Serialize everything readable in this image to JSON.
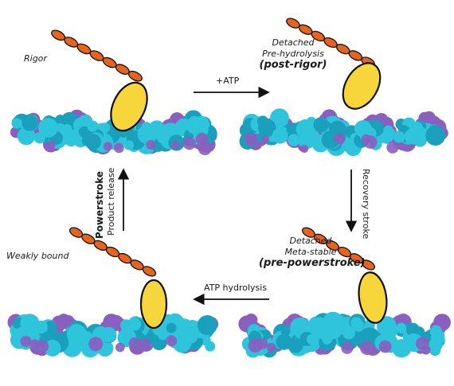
{
  "states": {
    "rigor": {
      "name": "Rigor"
    },
    "post_rigor": {
      "line1": "Detached",
      "line2": "Pre-hydrolysis",
      "line3": "(post-rigor)"
    },
    "pre_powerstroke": {
      "line1": "Detached",
      "line2": "Meta-stable",
      "line3": "(pre-powerstroke)"
    },
    "weakly_bound": {
      "name": "Weakly bound"
    }
  },
  "arrows": {
    "atp_binding": "+ATP",
    "recovery": "Recovery stroke",
    "hydrolysis": "ATP hydrolysis",
    "powerstroke": "Powerstroke",
    "product_release": "Product release"
  },
  "colors": {
    "actin_primary": "#2ec4dc",
    "actin_shadow": "#1a9fbd",
    "tropomyosin": "#8a5fbf",
    "lever_arm": "#e8641e",
    "motor_head": "#f7d63c",
    "outline": "#111111"
  }
}
